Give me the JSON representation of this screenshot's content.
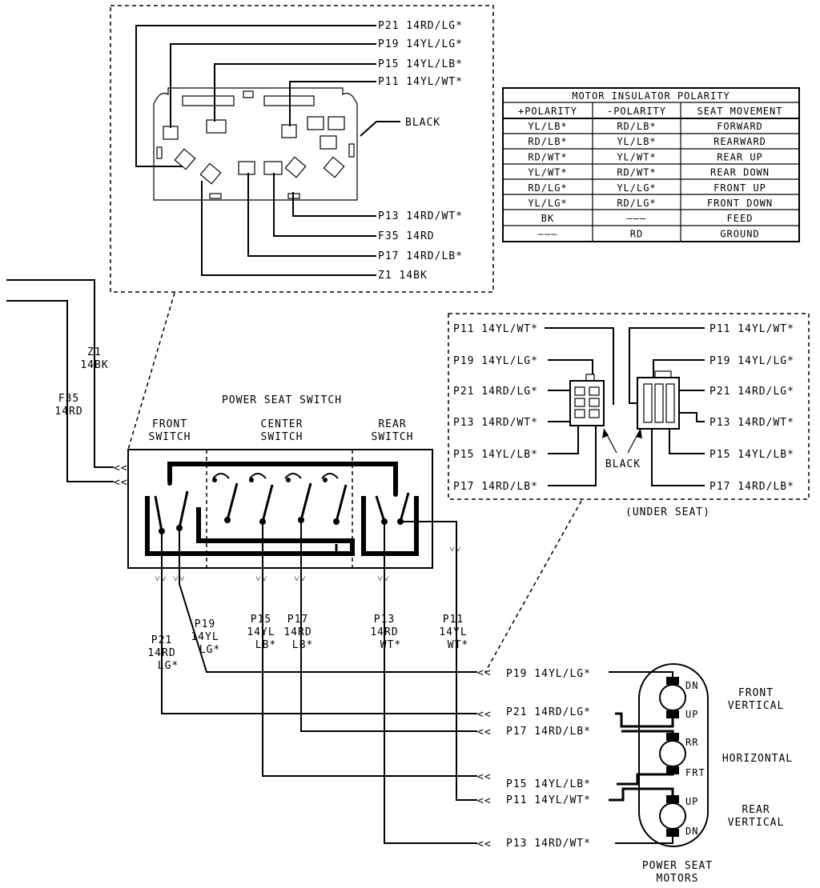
{
  "connector_top": {
    "wires": [
      {
        "id": "P21",
        "label": "P21 14RD/LG*"
      },
      {
        "id": "P19",
        "label": "P19 14YL/LG*"
      },
      {
        "id": "P15",
        "label": "P15 14YL/LB*"
      },
      {
        "id": "P11",
        "label": "P11 14YL/WT*"
      },
      {
        "id": "P13",
        "label": "P13 14RD/WT*"
      },
      {
        "id": "F35",
        "label": "F35 14RD"
      },
      {
        "id": "P17",
        "label": "P17 14RD/LB*"
      },
      {
        "id": "Z1",
        "label": "Z1 14BK"
      }
    ],
    "black_label": "BLACK"
  },
  "polarity_table": {
    "title": "MOTOR INSULATOR POLARITY",
    "headers": [
      "+POLARITY",
      "-POLARITY",
      "SEAT MOVEMENT"
    ],
    "rows": [
      [
        "YL/LB*",
        "RD/LB*",
        "FORWARD"
      ],
      [
        "RD/LB*",
        "YL/LB*",
        "REARWARD"
      ],
      [
        "RD/WT*",
        "YL/WT*",
        "REAR UP"
      ],
      [
        "YL/WT*",
        "RD/WT*",
        "REAR DOWN"
      ],
      [
        "RD/LG*",
        "YL/LG*",
        "FRONT UP"
      ],
      [
        "YL/LG*",
        "RD/LG*",
        "FRONT DOWN"
      ],
      [
        "BK",
        "———",
        "FEED"
      ],
      [
        "———",
        "RD",
        "GROUND"
      ]
    ]
  },
  "under_seat": {
    "left": [
      "P11 14YL/WT*",
      "P19 14YL/LG*",
      "P21 14RD/LG*",
      "P13 14RD/WT*",
      "P15 14YL/LB*",
      "P17 14RD/LB*"
    ],
    "right": [
      "P11 14YL/WT*",
      "P19 14YL/LG*",
      "P21 14RD/LG*",
      "P13 14RD/WT*",
      "P15 14YL/LB*",
      "P17 14RD/LB*"
    ],
    "black_label": "BLACK",
    "caption": "(UNDER SEAT)"
  },
  "left_wires": {
    "z1": [
      "Z1",
      "14BK"
    ],
    "f35": [
      "F35",
      "14RD"
    ]
  },
  "switch": {
    "title": "POWER SEAT SWITCH",
    "front": [
      "FRONT",
      "SWITCH"
    ],
    "center": [
      "CENTER",
      "SWITCH"
    ],
    "rear": [
      "REAR",
      "SWITCH"
    ]
  },
  "drops": [
    [
      "P21",
      "14RD",
      "LG*"
    ],
    [
      "P19",
      "14YL",
      "LG*"
    ],
    [
      "P15",
      "14YL",
      "LB*"
    ],
    [
      "P17",
      "14RD",
      "LB*"
    ],
    [
      "P13",
      "14RD",
      "WT*"
    ],
    [
      "P11",
      "14YL",
      "WT*"
    ]
  ],
  "motor_wires": [
    "P19 14YL/LG*",
    "P21 14RD/LG*",
    "P17 14RD/LB*",
    "P15 14YL/LB*",
    "P11 14YL/WT*",
    "P13 14RD/WT*"
  ],
  "motors": {
    "front": {
      "name": [
        "FRONT",
        "VERTICAL"
      ],
      "top": "DN",
      "bottom": "UP"
    },
    "horizontal": {
      "name": [
        "HORIZONTAL"
      ],
      "top": "RR",
      "bottom": "FRT"
    },
    "rear": {
      "name": [
        "REAR",
        "VERTICAL"
      ],
      "top": "UP",
      "bottom": "DN"
    },
    "caption": [
      "POWER SEAT",
      "MOTORS"
    ]
  }
}
